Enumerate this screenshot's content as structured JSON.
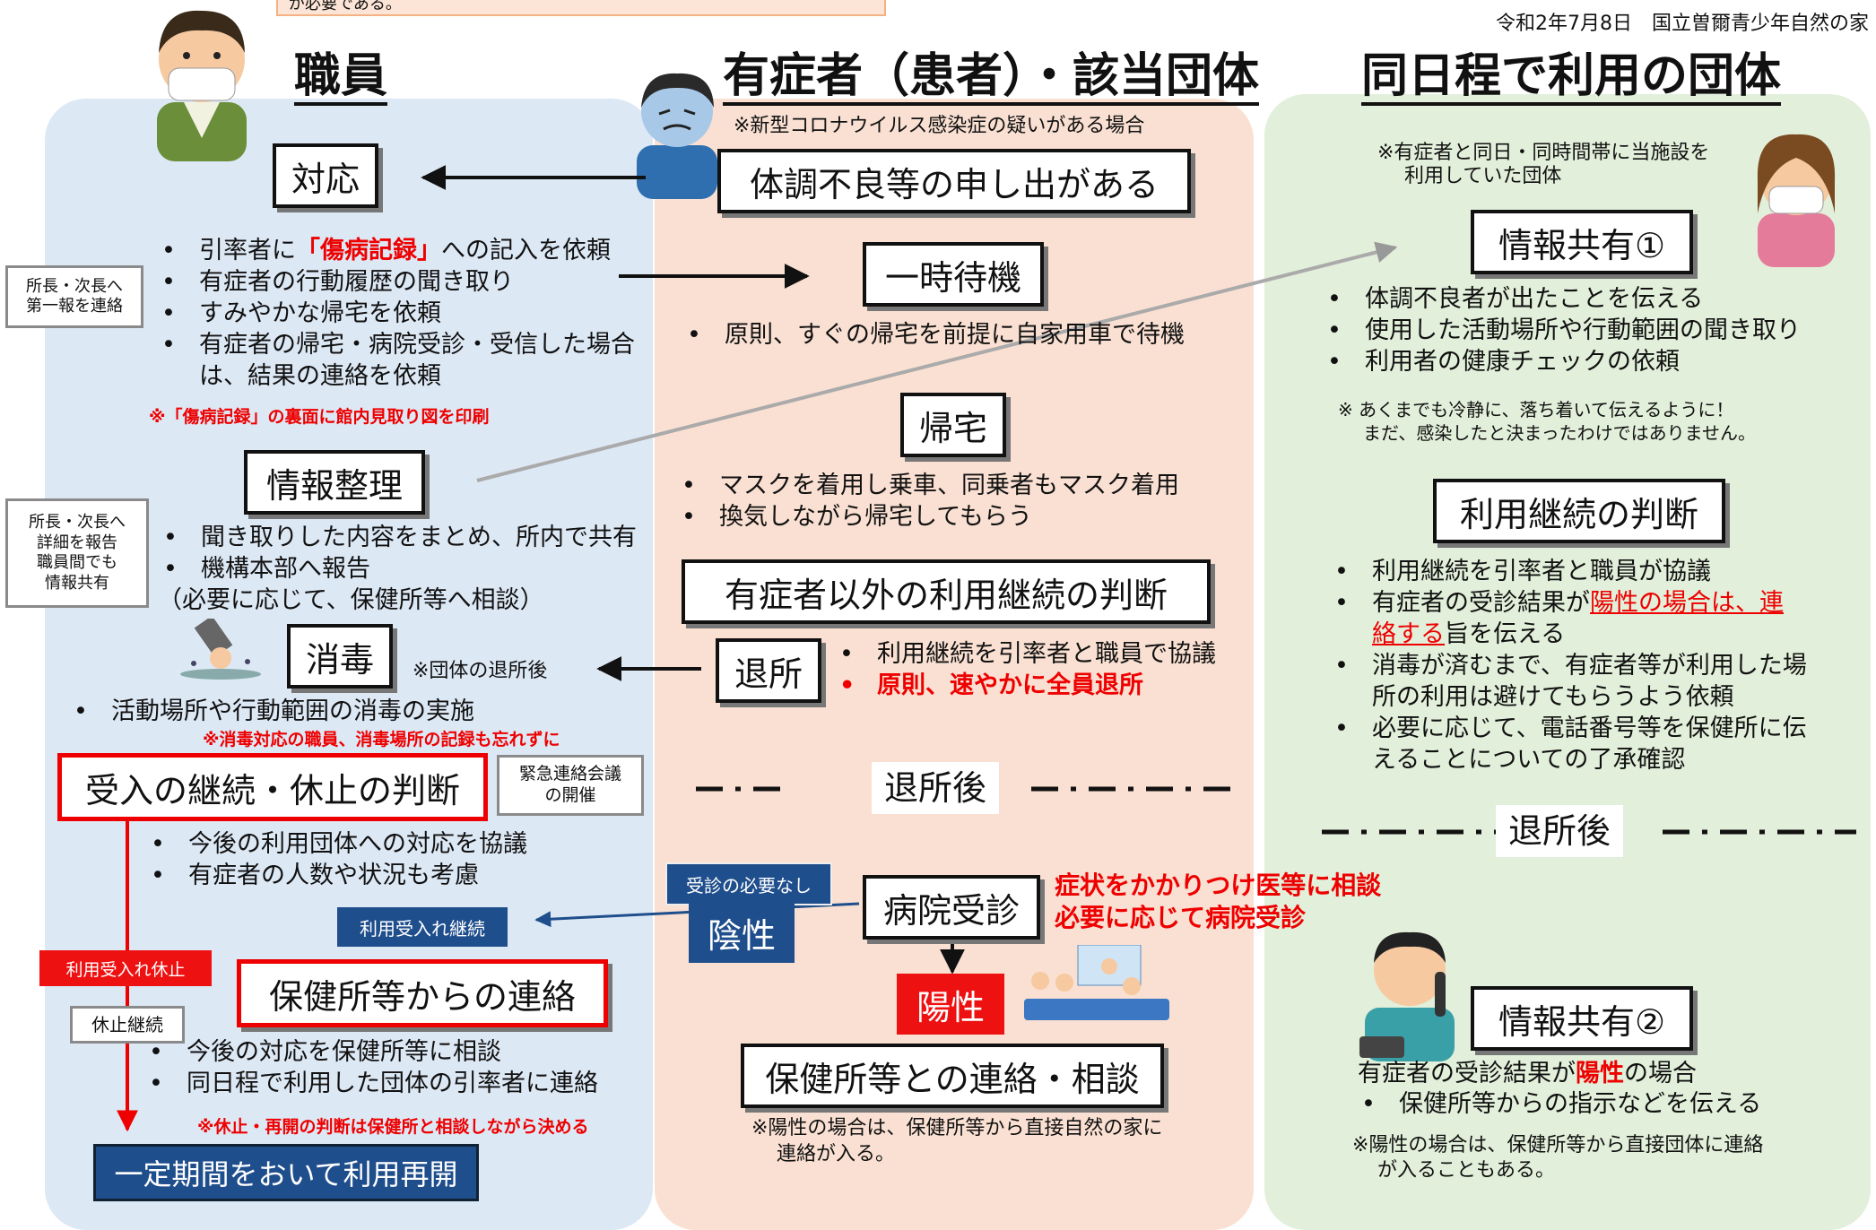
{
  "date_line": "令和2年7月8日　国立曽爾青少年自然の家",
  "header_tab": "が必要である。",
  "columns": {
    "staff": "職員",
    "patient": "有症者（患者）・該当団体",
    "same_day": "同日程で利用の団体"
  },
  "staff": {
    "taiou": "対応",
    "bullets1": [
      "引率者に「傷病記録」への記入を依頼",
      "有症者の行動履歴の聞き取り",
      "すみやかな帰宅を依頼",
      "有症者の帰宅・病院受診・受信した場合",
      "は、結果の連絡を依頼"
    ],
    "note1": "※「傷病記録」の裏面に館内見取り図を印刷",
    "side1": "所長・次長へ\n第一報を連絡",
    "joho_seiri": "情報整理",
    "side2": "所長・次長へ\n詳細を報告\n職員間でも\n情報共有",
    "bullets2": [
      "聞き取りした内容をまとめ、所内で共有",
      "機構本部へ報告"
    ],
    "bullets2_extra": "（必要に応じて、保健所等へ相談）",
    "shodoku": "消毒",
    "shodoku_note": "※団体の退所後",
    "bullet3": "活動場所や行動範囲の消毒の実施",
    "note2": "※消毒対応の職員、消毒場所の記録も忘れずに",
    "judgement": "受入の継続・休止の判断",
    "emergency": "緊急連絡会議\nの開催",
    "bullets4": [
      "今後の利用団体への対応を協議",
      "有症者の人数や状況も考慮"
    ],
    "riyou_keizoku": "利用受入れ継続",
    "riyou_kyushi": "利用受入れ休止",
    "hokenjo": "保健所等からの連絡",
    "kyushi_keizoku": "休止継続",
    "bullets5": [
      "今後の対応を保健所等に相談",
      "同日程で利用した団体の引率者に連絡"
    ],
    "note3": "※休止・再開の判断は保健所と相談しながら決める",
    "saikai": "一定期間をおいて利用再開"
  },
  "patient": {
    "suspect_note": "※新型コロナウイルス感染症の疑いがある場合",
    "moushide": "体調不良等の申し出がある",
    "ichiji": "一時待機",
    "ichiji_bullet": "原則、すぐの帰宅を前提に自家用車で待機",
    "kitaku": "帰宅",
    "kitaku_bullets": [
      "マスクを着用し乗車、同乗者もマスク着用",
      "換気しながら帰宅してもらう"
    ],
    "keizoku_hantei": "有症者以外の利用継続の判断",
    "taisho": "退所",
    "taisho_bullets": [
      "利用継続を引率者と職員で協議",
      "原則、速やかに全員退所"
    ],
    "after": "退所後",
    "jushin_fuyou": "受診の必要なし",
    "insei": "陰性",
    "byouin": "病院受診",
    "red_note": [
      "症状をかかりつけ医等に相談",
      "必要に応じて病院受診"
    ],
    "yousei": "陽性",
    "renraku": "保健所等との連絡・相談",
    "bottom_note": [
      "※陽性の場合は、保健所等から直接自然の家に",
      "連絡が入る。"
    ]
  },
  "same_day": {
    "note": [
      "※有症者と同日・同時間帯に当施設を",
      "利用していた団体"
    ],
    "share1": "情報共有①",
    "share1_bullets": [
      "体調不良者が出たことを伝える",
      "使用した活動場所や行動範囲の聞き取り",
      "利用者の健康チェックの依頼"
    ],
    "calm_note": [
      "※ あくまでも冷静に、落ち着いて伝えるように！",
      "まだ、感染したと決まったわけではありません。"
    ],
    "keizoku": "利用継続の判断",
    "kb1": "利用継続を引率者と職員が協議",
    "kb2_a": "有症者の受診結果が",
    "kb2_b": "陽性の場合は、連",
    "kb2_c": "絡する",
    "kb2_d": "旨を伝える",
    "kb3": [
      "消毒が済むまで、有症者等が利用した場",
      "所の利用は避けてもらうよう依頼"
    ],
    "kb4": [
      "必要に応じて、電話番号等を保健所に伝",
      "えることについての了承確認"
    ],
    "after": "退所後",
    "share2": "情報共有②",
    "s2_a": "有症者の受診結果が",
    "s2_b": "陽性",
    "s2_c": "の場合",
    "s2_bullet": "保健所等からの指示などを伝える",
    "s2_note": [
      "※陽性の場合は、保健所等から直接団体に連絡",
      "が入ることもある。"
    ]
  },
  "colors": {
    "staff_bg": "#dde8f5",
    "patient_bg": "#f9e0d2",
    "same_bg": "#e2efda",
    "accent_red": "#ee1111",
    "navy": "#1f4e8c"
  }
}
